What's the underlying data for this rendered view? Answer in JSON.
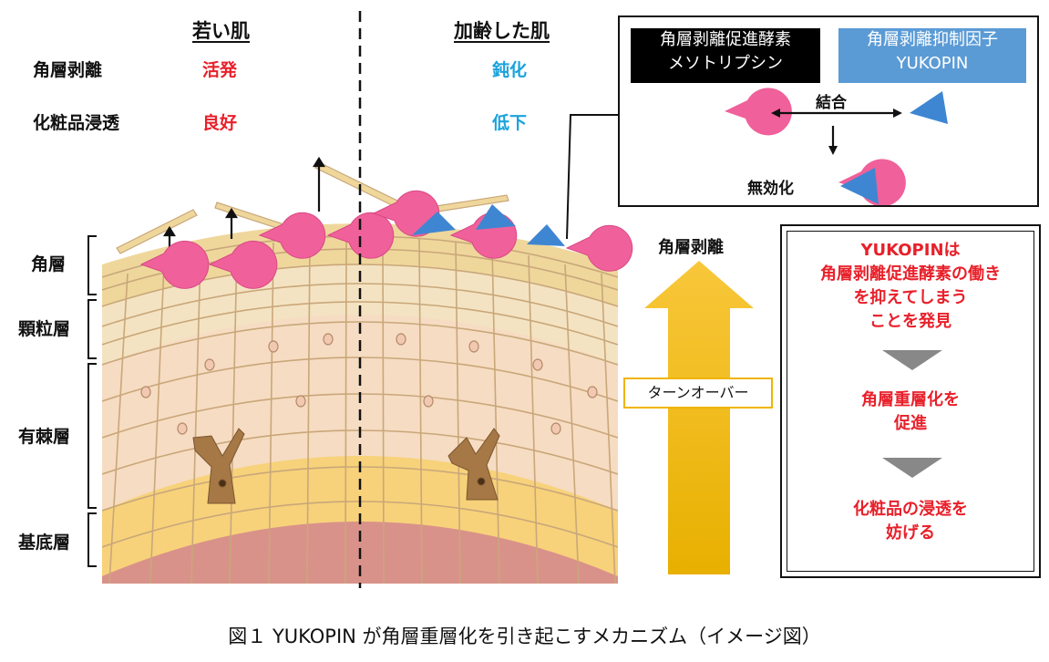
{
  "columns": {
    "young": "若い肌",
    "aged": "加齢した肌"
  },
  "rows": [
    {
      "label": "角層剥離",
      "young": "活発",
      "aged": "鈍化"
    },
    {
      "label": "化粧品浸透",
      "young": "良好",
      "aged": "低下"
    }
  ],
  "layers": [
    "角層",
    "顆粒層",
    "有棘層",
    "基底層"
  ],
  "mechanism": {
    "enzyme_line1": "角層剥離促進酵素",
    "enzyme_line2": "メソトリプシン",
    "inhibitor_line1": "角層剥離抑制因子",
    "inhibitor_line2": "YUKOPIN",
    "bind": "結合",
    "inactivate": "無効化"
  },
  "arrow": {
    "top_label": "角層剥離",
    "mid_label": "ターンオーバー"
  },
  "result": {
    "line1": "YUKOPINは",
    "line2": "角層剥離促進酵素の働き",
    "line3": "を抑えてしまう",
    "line4": "ことを発見",
    "step2_line1": "角層重層化を",
    "step2_line2": "促進",
    "step3_line1": "化粧品の浸透を",
    "step3_line2": "妨げる"
  },
  "caption": "図１ YUKOPIN が角層重層化を引き起こすメカニズム（イメージ図）",
  "colors": {
    "enzyme": "#f0609a",
    "inhibitor": "#3f86d2",
    "active_red": "#e8202a",
    "reduced_blue": "#1aa3dc",
    "arrow_gold": "#f4b400"
  }
}
